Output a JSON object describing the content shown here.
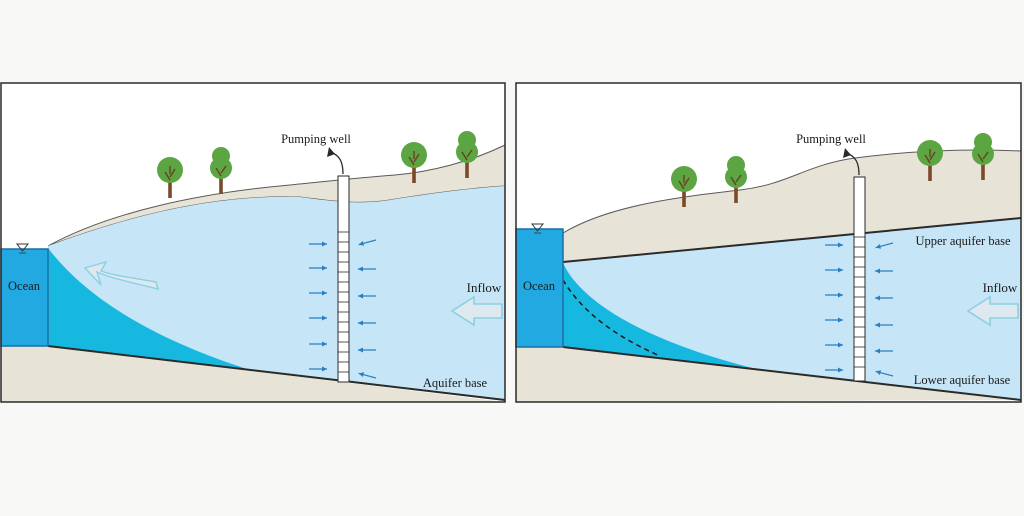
{
  "colors": {
    "background": "#f8f8f6",
    "panel": "#ffffff",
    "frame": "#2a2a2a",
    "ground": "#e7e3d6",
    "freshwater": "#c6e6f7",
    "ocean": "#22a9e1",
    "ocean_edge": "#1a6fa6",
    "saltwater_wedge": "#17b8e0",
    "flow_arrow": "#2b7ec1",
    "inflow_arrow_fill": "#dde9ef",
    "inflow_arrow_stroke": "#8ccfe3",
    "tree_foliage": "#5ba543",
    "tree_trunk": "#7a4a2a"
  },
  "panels": [
    {
      "ocean_label": "Ocean",
      "well_label": "Pumping well",
      "inflow_label": "Inflow",
      "base_label": "Aquifer base",
      "dashed_interface": false,
      "confining_layer": false,
      "recirculation_arrow": true
    },
    {
      "ocean_label": "Ocean",
      "well_label": "Pumping well",
      "inflow_label": "Inflow",
      "upper_base_label": "Upper aquifer base",
      "lower_base_label": "Lower aquifer base",
      "dashed_interface": true,
      "confining_layer": true,
      "recirculation_arrow": false
    }
  ],
  "icons": {
    "water_level": "inverted-triangle-icon",
    "tree": "tree-icon",
    "discharge": "curved-arrow-icon"
  }
}
